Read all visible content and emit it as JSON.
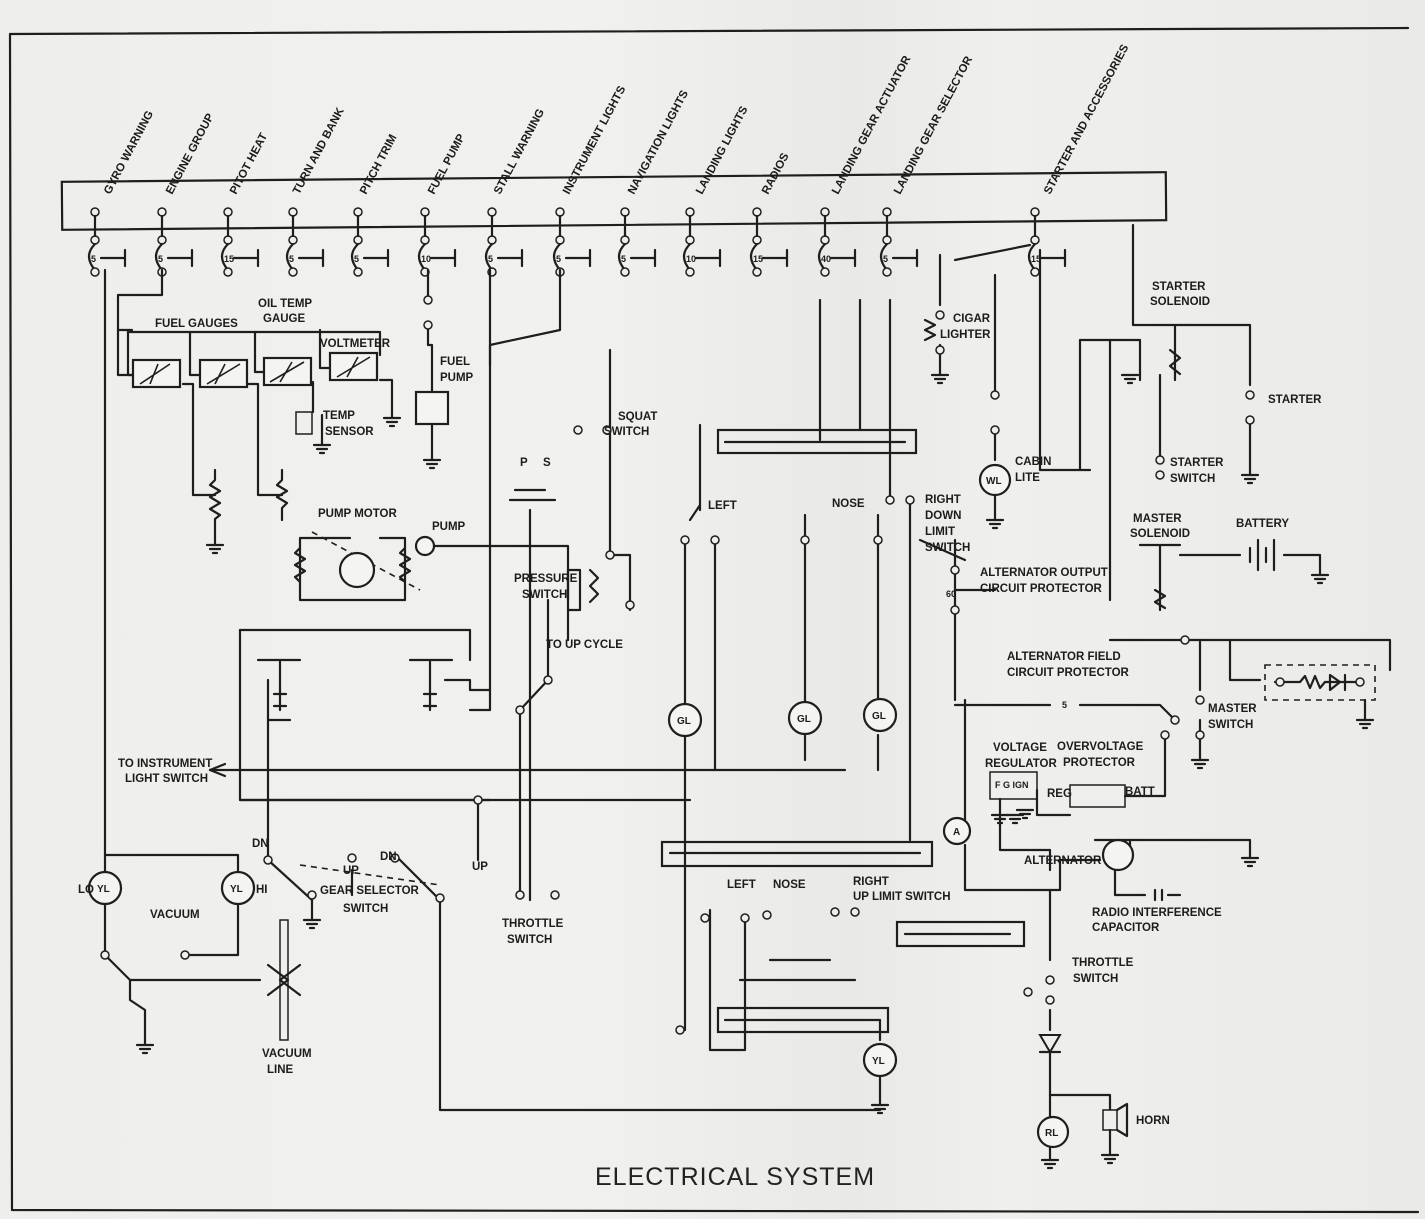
{
  "title": "ELECTRICAL SYSTEM",
  "circuit_breakers": [
    {
      "label": "GYRO WARNING",
      "amps": "5"
    },
    {
      "label": "ENGINE GROUP",
      "amps": "5"
    },
    {
      "label": "PITOT HEAT",
      "amps": "15"
    },
    {
      "label": "TURN AND BANK",
      "amps": "5"
    },
    {
      "label": "PITCH TRIM",
      "amps": "5"
    },
    {
      "label": "FUEL PUMP",
      "amps": "10"
    },
    {
      "label": "STALL WARNING",
      "amps": "5"
    },
    {
      "label": "INSTRUMENT LIGHTS",
      "amps": "5"
    },
    {
      "label": "NAVIGATION LIGHTS",
      "amps": "5"
    },
    {
      "label": "LANDING LIGHTS",
      "amps": "10"
    },
    {
      "label": "RADIOS",
      "amps": "15"
    },
    {
      "label": "LANDING GEAR ACTUATOR",
      "amps": "40"
    },
    {
      "label": "LANDING GEAR SELECTOR",
      "amps": "5"
    },
    {
      "label": "STARTER AND ACCESSORIES",
      "amps": "15"
    }
  ],
  "components": {
    "fuel_gauges": "FUEL GAUGES",
    "oil_temp_gauge_1": "OIL TEMP",
    "oil_temp_gauge_2": "GAUGE",
    "voltmeter": "VOLTMETER",
    "temp_sensor_1": "TEMP",
    "temp_sensor_2": "SENSOR",
    "fuel_pump_1": "FUEL",
    "fuel_pump_2": "PUMP",
    "squat_switch_1": "SQUAT",
    "squat_switch_2": "SWITCH",
    "pump_motor": "PUMP MOTOR",
    "pump": "PUMP",
    "p": "P",
    "s": "S",
    "pressure_switch_1": "PRESSURE",
    "pressure_switch_2": "SWITCH",
    "to_up_cycle": "TO UP CYCLE",
    "left": "LEFT",
    "nose": "NOSE",
    "right_down_1": "RIGHT",
    "right_down_2": "DOWN",
    "right_down_3": "LIMIT",
    "right_down_4": "SWITCH",
    "cigar_lighter_1": "CIGAR",
    "cigar_lighter_2": "LIGHTER",
    "cabin_lite_1": "CABIN",
    "cabin_lite_2": "LITE",
    "wl": "WL",
    "starter_solenoid_1": "STARTER",
    "starter_solenoid_2": "SOLENOID",
    "starter": "STARTER",
    "starter_switch_1": "STARTER",
    "starter_switch_2": "SWITCH",
    "master_solenoid_1": "MASTER",
    "master_solenoid_2": "SOLENOID",
    "battery": "BATTERY",
    "alt_output_1": "ALTERNATOR OUTPUT",
    "alt_output_2": "CIRCUIT PROTECTOR",
    "alt_output_amps": "60",
    "alt_field_1": "ALTERNATOR FIELD",
    "alt_field_2": "CIRCUIT PROTECTOR",
    "alt_field_amps": "5",
    "master_switch_1": "MASTER",
    "master_switch_2": "SWITCH",
    "voltage_regulator_1": "VOLTAGE",
    "voltage_regulator_2": "REGULATOR",
    "reg_terminals": "F G IGN",
    "overvoltage_1": "OVERVOLTAGE",
    "overvoltage_2": "PROTECTOR",
    "reg": "REG",
    "batt": "BATT",
    "alternator": "ALTERNATOR",
    "ammeter": "A",
    "radio_cap_1": "RADIO INTERFERENCE",
    "radio_cap_2": "CAPACITOR",
    "to_instrument_1": "TO INSTRUMENT",
    "to_instrument_2": "LIGHT SWITCH",
    "gl": "GL",
    "dn": "DN",
    "up": "UP",
    "gear_selector_1": "GEAR SELECTOR",
    "gear_selector_2": "SWITCH",
    "throttle_switch_1": "THROTTLE",
    "throttle_switch_2": "SWITCH",
    "lo": "LO",
    "hi": "HI",
    "yl": "YL",
    "vacuum": "VACUUM",
    "vacuum_line_1": "VACUUM",
    "vacuum_line_2": "LINE",
    "right_up_1": "RIGHT",
    "right_up_2": "UP LIMIT SWITCH",
    "rl": "RL",
    "horn": "HORN"
  }
}
